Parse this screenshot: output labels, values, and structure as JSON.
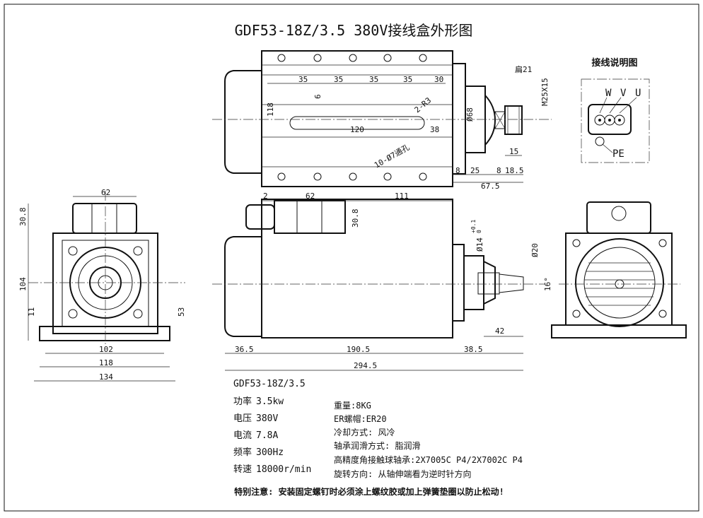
{
  "title": "GDF53-18Z/3.5 380V接线盒外形图",
  "wiring": {
    "title": "接线说明图",
    "w": "W",
    "v": "V",
    "u": "U",
    "pe": "PE"
  },
  "top_view": {
    "dims": [
      "35",
      "35",
      "35",
      "35",
      "30",
      "6",
      "118",
      "120",
      "38",
      "扁21",
      "M25X15",
      "2-R3",
      "Ø68",
      "10-Ø7通孔",
      "15",
      "8",
      "25",
      "8",
      "18.5",
      "67.5"
    ]
  },
  "left_view": {
    "dims": [
      "62",
      "30.8",
      "104",
      "11",
      "53",
      "102",
      "118",
      "134"
    ]
  },
  "front_view": {
    "dims": [
      "2",
      "62",
      "111",
      "30.8",
      "Ø14",
      "+0.1",
      "0",
      "Ø20",
      "16°",
      "42",
      "36.5",
      "190.5",
      "38.5",
      "294.5"
    ]
  },
  "specs": {
    "model": "GDF53-18Z/3.5",
    "left": [
      {
        "label": "功率",
        "value": "3.5kw"
      },
      {
        "label": "电压",
        "value": "380V"
      },
      {
        "label": "电流",
        "value": "7.8A"
      },
      {
        "label": "频率",
        "value": "300Hz"
      },
      {
        "label": "转速",
        "value": "18000r/min"
      }
    ],
    "right": [
      "重量:8KG",
      "ER螺帽:ER20",
      "冷却方式: 风冷",
      "轴承润滑方式: 脂润滑",
      "高精度角接触球轴承:2X7005C P4/2X7002C P4",
      "旋转方向: 从轴伸端看为逆时针方向"
    ],
    "note": "特别注意: 安装固定螺钉时必须涂上螺纹胶或加上弹簧垫圈以防止松动!"
  }
}
